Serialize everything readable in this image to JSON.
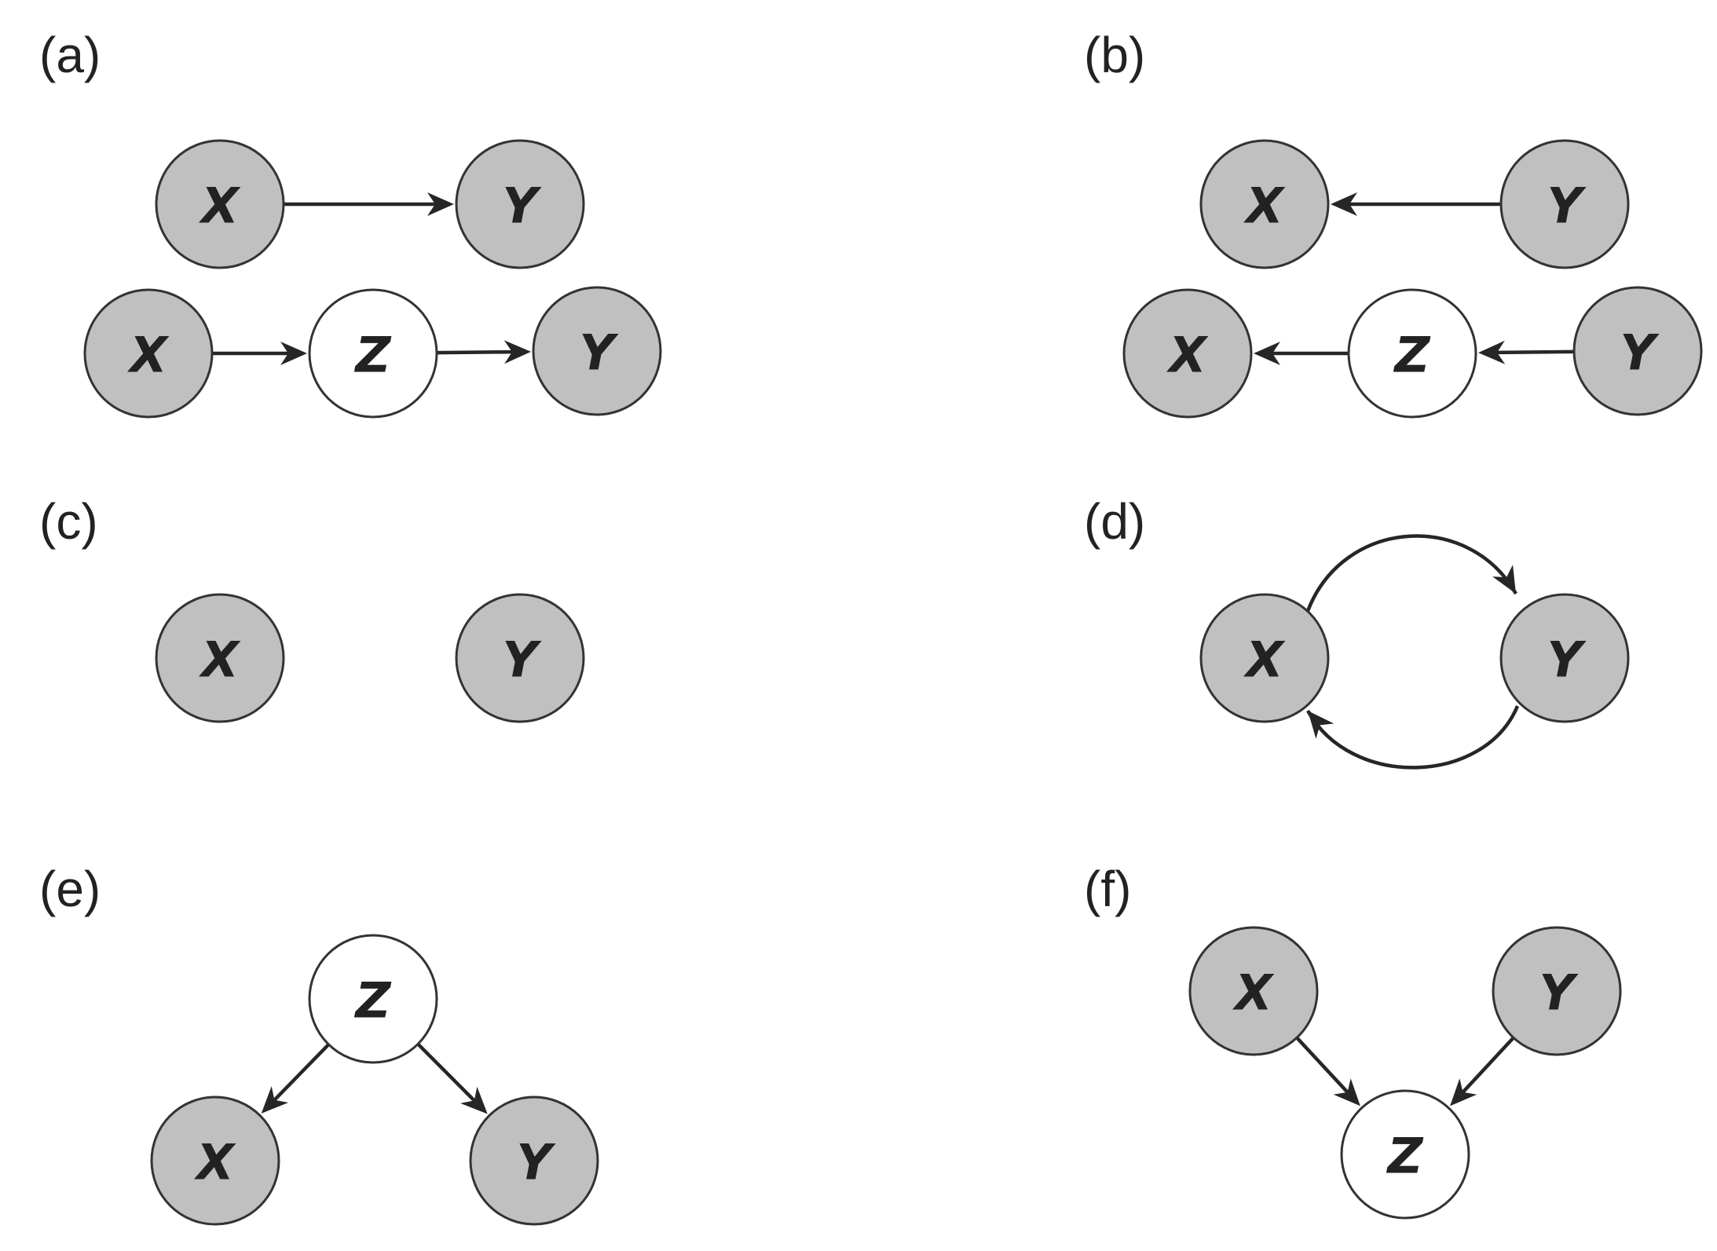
{
  "colors": {
    "observed_fill": "#c0c0c0",
    "latent_fill": "#ffffff",
    "stroke": "#333333",
    "text": "#222222",
    "edge": "#262626"
  },
  "panels": [
    {
      "id": "a",
      "label": "(a)"
    },
    {
      "id": "b",
      "label": "(b)"
    },
    {
      "id": "c",
      "label": "(c)"
    },
    {
      "id": "d",
      "label": "(d)"
    },
    {
      "id": "e",
      "label": "(e)"
    },
    {
      "id": "f",
      "label": "(f)"
    }
  ],
  "nodes": [
    {
      "id": "a1x",
      "panel": "a",
      "label": "X",
      "kind": "observed"
    },
    {
      "id": "a1y",
      "panel": "a",
      "label": "Y",
      "kind": "observed"
    },
    {
      "id": "a2x",
      "panel": "a",
      "label": "X",
      "kind": "observed"
    },
    {
      "id": "a2z",
      "panel": "a",
      "label": "Z",
      "kind": "latent"
    },
    {
      "id": "a2y",
      "panel": "a",
      "label": "Y",
      "kind": "observed"
    },
    {
      "id": "b1x",
      "panel": "b",
      "label": "X",
      "kind": "observed"
    },
    {
      "id": "b1y",
      "panel": "b",
      "label": "Y",
      "kind": "observed"
    },
    {
      "id": "b2x",
      "panel": "b",
      "label": "X",
      "kind": "observed"
    },
    {
      "id": "b2z",
      "panel": "b",
      "label": "Z",
      "kind": "latent"
    },
    {
      "id": "b2y",
      "panel": "b",
      "label": "Y",
      "kind": "observed"
    },
    {
      "id": "cx",
      "panel": "c",
      "label": "X",
      "kind": "observed"
    },
    {
      "id": "cy",
      "panel": "c",
      "label": "Y",
      "kind": "observed"
    },
    {
      "id": "dx",
      "panel": "d",
      "label": "X",
      "kind": "observed"
    },
    {
      "id": "dy",
      "panel": "d",
      "label": "Y",
      "kind": "observed"
    },
    {
      "id": "ez",
      "panel": "e",
      "label": "Z",
      "kind": "latent"
    },
    {
      "id": "ex",
      "panel": "e",
      "label": "X",
      "kind": "observed"
    },
    {
      "id": "ey",
      "panel": "e",
      "label": "Y",
      "kind": "observed"
    },
    {
      "id": "fx",
      "panel": "f",
      "label": "X",
      "kind": "observed"
    },
    {
      "id": "fy",
      "panel": "f",
      "label": "Y",
      "kind": "observed"
    },
    {
      "id": "fz",
      "panel": "f",
      "label": "Z",
      "kind": "latent"
    }
  ],
  "edges": [
    {
      "from": "a1x",
      "to": "a1y"
    },
    {
      "from": "a2x",
      "to": "a2z"
    },
    {
      "from": "a2z",
      "to": "a2y"
    },
    {
      "from": "b1y",
      "to": "b1x"
    },
    {
      "from": "b2z",
      "to": "b2x"
    },
    {
      "from": "b2y",
      "to": "b2z"
    },
    {
      "from": "dx",
      "to": "dy",
      "style": "curved-top"
    },
    {
      "from": "dy",
      "to": "dx",
      "style": "curved-bottom"
    },
    {
      "from": "ez",
      "to": "ex"
    },
    {
      "from": "ez",
      "to": "ey"
    },
    {
      "from": "fx",
      "to": "fz"
    },
    {
      "from": "fy",
      "to": "fz"
    }
  ]
}
